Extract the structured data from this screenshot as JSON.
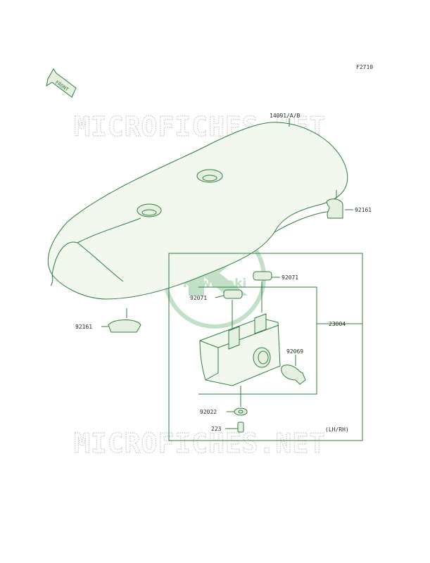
{
  "figure_code": "F2710",
  "front_label": "FRONT",
  "watermark_text": "MICROFICHES.NET",
  "logo_text": "Kawasaki",
  "variant_note": "(LH/RH)",
  "parts": {
    "seat": "14091/A/B",
    "seat_stopper_rear": "92161",
    "seat_stopper_front": "92161",
    "grommet_upper": "92071",
    "grommet_lower": "92071",
    "lamp_assy": "23004",
    "bulb": "92069",
    "washer": "92022",
    "screw": "223"
  },
  "colors": {
    "line": "#2f7d3f",
    "logo": "#8fc79a",
    "watermark": "#cfcfcf"
  }
}
